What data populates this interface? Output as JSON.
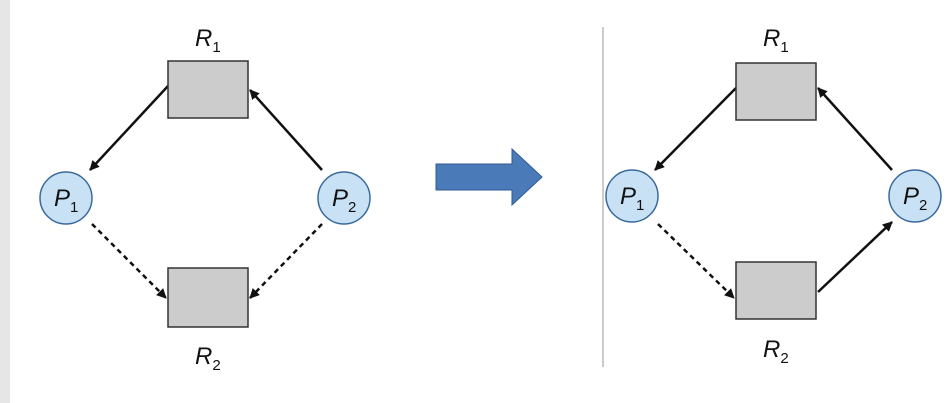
{
  "colors": {
    "resource_fill": "#cccccc",
    "resource_stroke": "#333333",
    "process_fill": "#c9e1f5",
    "process_stroke": "#3a6a9b",
    "arrow_fill": "#4a7ab8",
    "edge": "#111111",
    "divider": "#999999"
  },
  "left_graph": {
    "resource_top": {
      "label": "R",
      "sub": "1"
    },
    "resource_bottom": {
      "label": "R",
      "sub": "2"
    },
    "process_left": {
      "label": "P",
      "sub": "1"
    },
    "process_right": {
      "label": "P",
      "sub": "2"
    }
  },
  "right_graph": {
    "resource_top": {
      "label": "R",
      "sub": "1"
    },
    "resource_bottom": {
      "label": "R",
      "sub": "2"
    },
    "process_left": {
      "label": "P",
      "sub": "1"
    },
    "process_right": {
      "label": "P",
      "sub": "2"
    }
  },
  "transition_icon": "right-arrow-icon"
}
